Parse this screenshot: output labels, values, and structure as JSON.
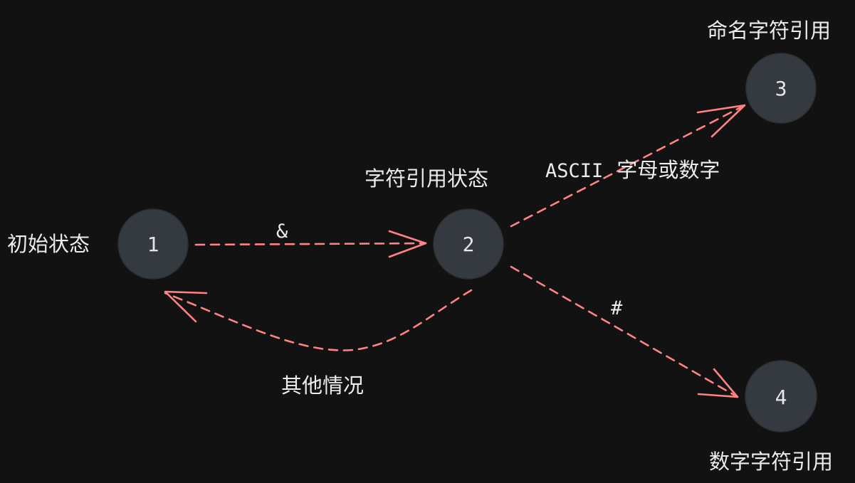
{
  "states": [
    {
      "id": "1",
      "number": "1",
      "label": "初始状态"
    },
    {
      "id": "2",
      "number": "2",
      "label": "字符引用状态"
    },
    {
      "id": "3",
      "number": "3",
      "label": "命名字符引用"
    },
    {
      "id": "4",
      "number": "4",
      "label": "数字字符引用"
    }
  ],
  "transitions": [
    {
      "from": "1",
      "to": "2",
      "label": "&"
    },
    {
      "from": "2",
      "to": "3",
      "label_ascii": "ASCII",
      "label_text": "字母或数字"
    },
    {
      "from": "2",
      "to": "4",
      "label": "#"
    },
    {
      "from": "2",
      "to": "1",
      "label": "其他情况"
    }
  ],
  "colors": {
    "background": "#121212",
    "node_fill": "#343a40",
    "edge": "#ff8383",
    "text": "#ececec"
  }
}
